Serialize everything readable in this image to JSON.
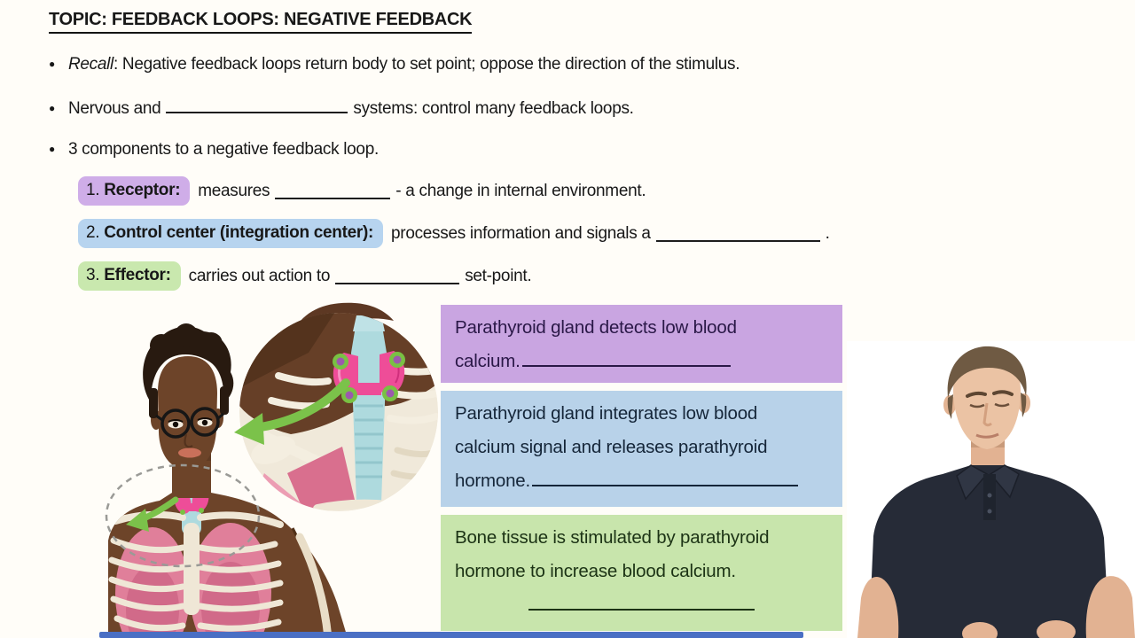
{
  "colors": {
    "background": "#fffdf8",
    "highlight_purple": "#cfade8",
    "highlight_blue": "#b7d4ef",
    "highlight_green": "#c9e8ae",
    "box_purple": "#c9a5e1",
    "box_blue": "#b8d2e9",
    "box_green": "#c8e5ac",
    "arrow_green": "#7bc24a",
    "progress_blue": "#4a6fc4"
  },
  "title": {
    "label": "TOPIC",
    "rest": ": FEEDBACK LOOPS: NEGATIVE FEEDBACK"
  },
  "bullets": {
    "recall": {
      "lead": "Recall",
      "text": ": Negative feedback loops return body to set point; oppose the direction of the stimulus."
    },
    "systems": {
      "pre": "Nervous and",
      "post": "systems: control many feedback loops."
    },
    "components": {
      "text": "3 components to a negative feedback loop."
    }
  },
  "components": [
    {
      "num": "1.",
      "term": "Receptor:",
      "pre": "measures",
      "post": "- a change in internal environment."
    },
    {
      "num": "2.",
      "term": "Control center (integration center):",
      "pre": "processes information and signals a",
      "post": "."
    },
    {
      "num": "3.",
      "term": "Effector:",
      "pre": "carries out action to",
      "post": "set-point."
    }
  ],
  "callouts": {
    "receptor": {
      "line1": "Parathyroid gland detects low blood",
      "line2": "calcium."
    },
    "control": {
      "line1": "Parathyroid gland integrates low blood",
      "line2": "calcium signal and releases parathyroid",
      "line3": "hormone."
    },
    "effector": {
      "line1": "Bone tissue is stimulated by parathyroid",
      "line2": "hormone to increase blood calcium."
    }
  }
}
